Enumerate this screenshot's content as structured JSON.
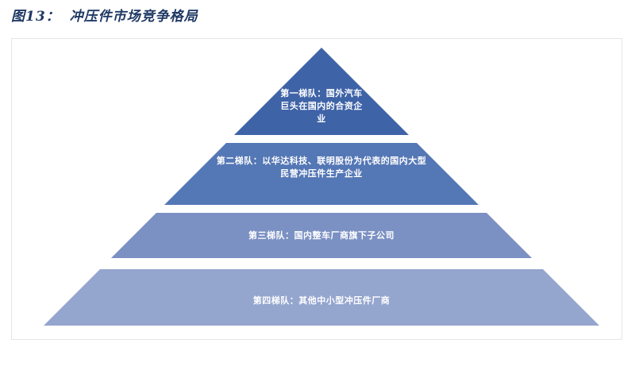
{
  "title": {
    "figure_label": "图13：",
    "text": "冲压件市场竞争格局",
    "color": "#1F3864"
  },
  "pyramid": {
    "type": "pyramid-4-tiers",
    "tiers": [
      {
        "rank": "第一梯队",
        "label": "第一梯队：国外汽车\n巨头在国内的合资企\n业",
        "color": "#3F63A7"
      },
      {
        "rank": "第二梯队",
        "label": "第二梯队：以华达科技、联明股份为代表的国内大型\n民营冲压件生产企业",
        "color": "#5477B5"
      },
      {
        "rank": "第三梯队",
        "label": "第三梯队：国内整车厂商旗下子公司",
        "color": "#7B90C3"
      },
      {
        "rank": "第四梯队",
        "label": "第四梯队：其他中小型冲压件厂商",
        "color": "#94A5CE"
      }
    ],
    "text_color": "#FFFFFF"
  }
}
